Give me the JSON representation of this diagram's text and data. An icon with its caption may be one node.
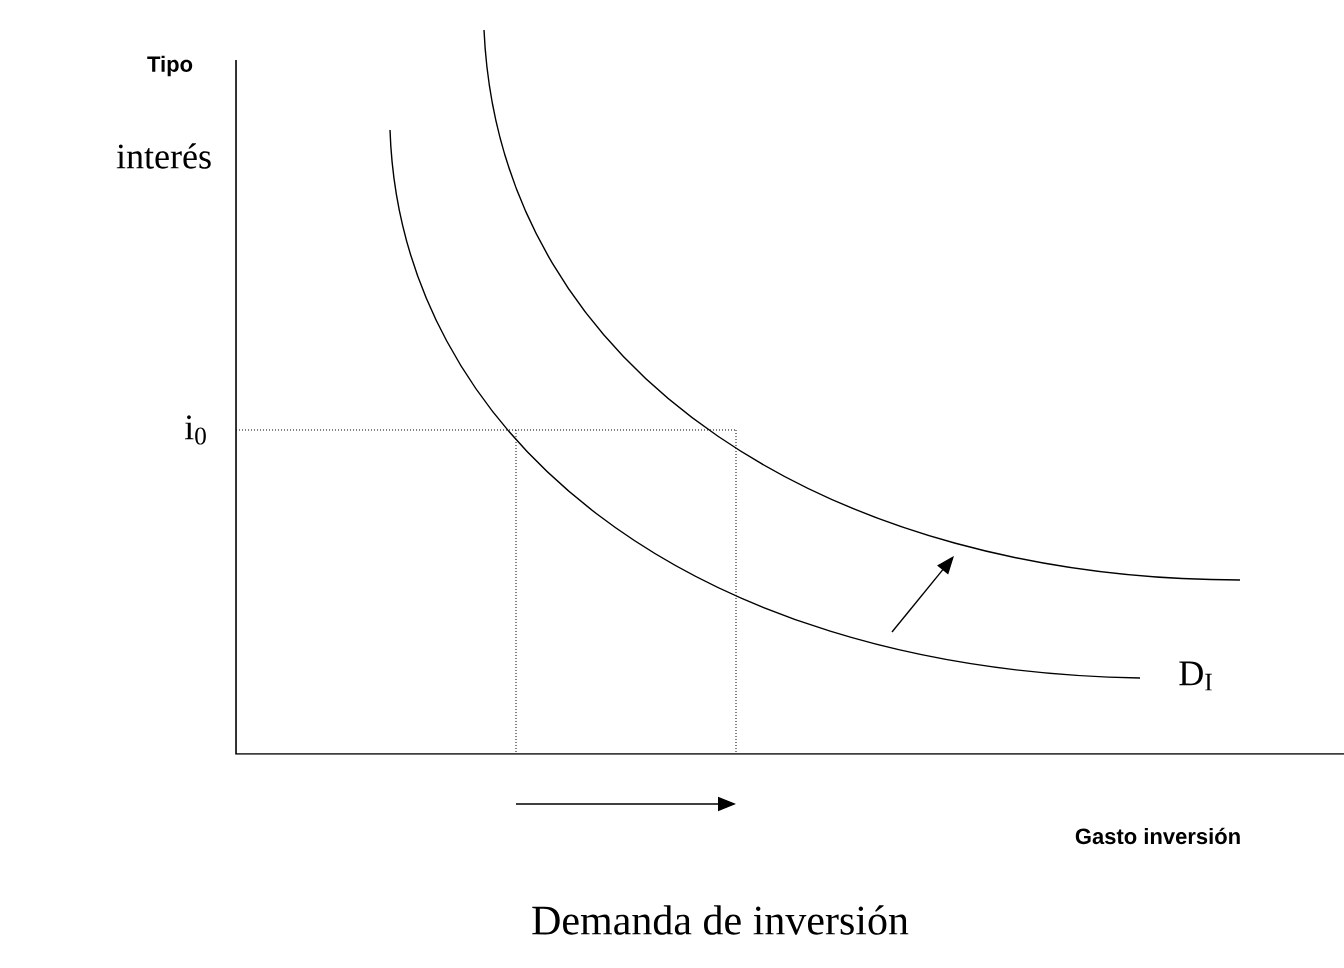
{
  "diagram": {
    "caption": "Demanda de inversión",
    "labels": [
      "Tipo",
      "interés",
      "i$_{0}$",
      "D$_{I}$",
      "Gasto inversión"
    ]
  }
}
